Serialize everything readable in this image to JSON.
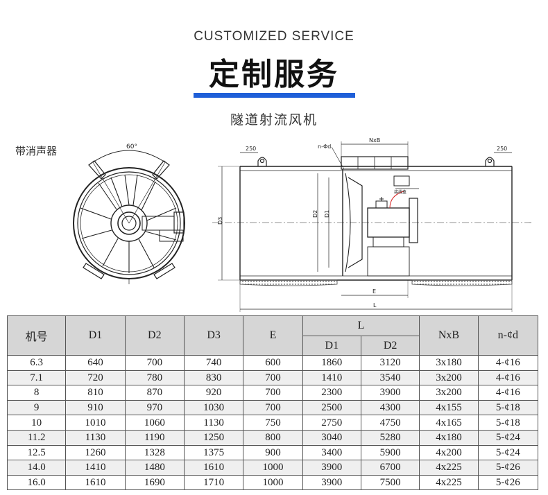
{
  "header": {
    "eyebrow": "CUSTOMIZED SERVICE",
    "title": "定制服务",
    "subtitle": "隧道射流风机",
    "accent_color": "#1f5fd8"
  },
  "drawing": {
    "side_label": "带消声器",
    "angle_label": "60°",
    "dim_250_left": "250",
    "dim_250_right": "250",
    "dim_nxb": "NxB",
    "dim_nphid": "n-Φd",
    "dim_d3": "D3",
    "dim_d2": "D2",
    "dim_d1": "D1",
    "dim_e": "E",
    "dim_l": "L",
    "junction_box_label": "接线盒"
  },
  "table": {
    "headers": {
      "model": "机号",
      "d1": "D1",
      "d2": "D2",
      "d3": "D3",
      "e": "E",
      "l": "L",
      "l_d1": "D1",
      "l_d2": "D2",
      "nxb": "NxB",
      "nphid": "n-¢d"
    },
    "rows": [
      [
        "6.3",
        "640",
        "700",
        "740",
        "600",
        "1860",
        "3120",
        "3x180",
        "4-¢16"
      ],
      [
        "7.1",
        "720",
        "780",
        "830",
        "700",
        "1410",
        "3540",
        "3x200",
        "4-¢16"
      ],
      [
        "8",
        "810",
        "870",
        "920",
        "700",
        "2300",
        "3900",
        "3x200",
        "4-¢16"
      ],
      [
        "9",
        "910",
        "970",
        "1030",
        "700",
        "2500",
        "4300",
        "4x155",
        "5-¢18"
      ],
      [
        "10",
        "1010",
        "1060",
        "1130",
        "750",
        "2750",
        "4750",
        "4x165",
        "5-¢18"
      ],
      [
        "11.2",
        "1130",
        "1190",
        "1250",
        "800",
        "3040",
        "5280",
        "4x180",
        "5-¢24"
      ],
      [
        "12.5",
        "1260",
        "1328",
        "1375",
        "900",
        "3400",
        "5900",
        "4x200",
        "5-¢24"
      ],
      [
        "14.0",
        "1410",
        "1480",
        "1610",
        "1000",
        "3900",
        "6700",
        "4x225",
        "5-¢26"
      ],
      [
        "16.0",
        "1610",
        "1690",
        "1710",
        "1000",
        "3900",
        "7500",
        "4x225",
        "5-¢26"
      ]
    ]
  }
}
